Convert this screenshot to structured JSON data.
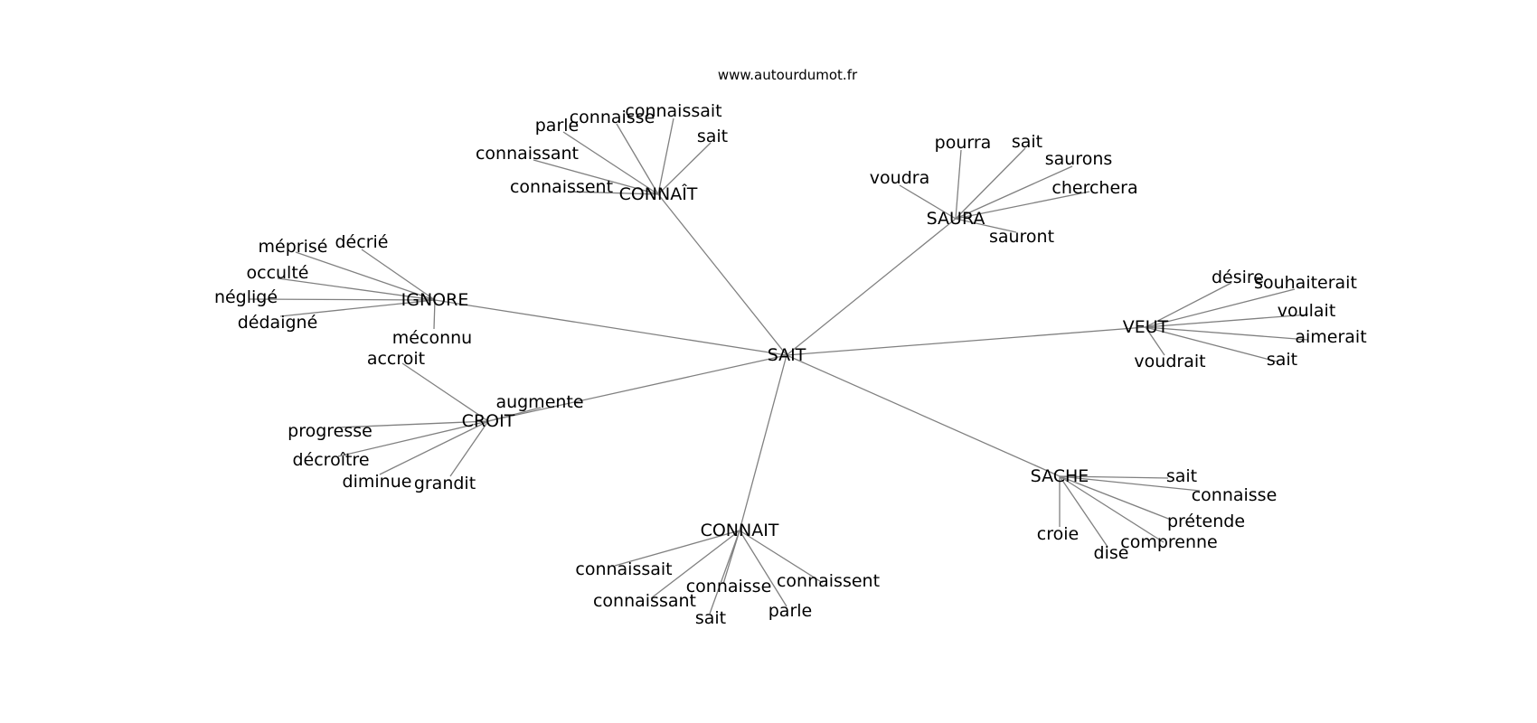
{
  "source": "www.autourdumot.fr",
  "root": "SAIT",
  "clusters": [
    {
      "hub": "CONNAÎT",
      "leaves": [
        "connaissait",
        "connaisse",
        "parle",
        "sait",
        "connaissant",
        "connaissent"
      ]
    },
    {
      "hub": "SAURA",
      "leaves": [
        "pourra",
        "sait",
        "saurons",
        "voudra",
        "cherchera",
        "sauront"
      ]
    },
    {
      "hub": "IGNORE",
      "leaves": [
        "décrié",
        "méprisé",
        "occulté",
        "négligé",
        "dédaigné",
        "méconnu"
      ]
    },
    {
      "hub": "VEUT",
      "leaves": [
        "désire",
        "souhaiterait",
        "voulait",
        "aimerait",
        "sait",
        "voudrait"
      ]
    },
    {
      "hub": "CROIT",
      "leaves": [
        "accroit",
        "augmente",
        "progresse",
        "décroître",
        "diminue",
        "grandit"
      ]
    },
    {
      "hub": "SACHE",
      "leaves": [
        "sait",
        "connaisse",
        "prétende",
        "comprenne",
        "croie",
        "dise"
      ]
    },
    {
      "hub": "CONNAIT",
      "leaves": [
        "connaissait",
        "connaisse",
        "connaissent",
        "connaissant",
        "sait",
        "parle"
      ]
    }
  ]
}
